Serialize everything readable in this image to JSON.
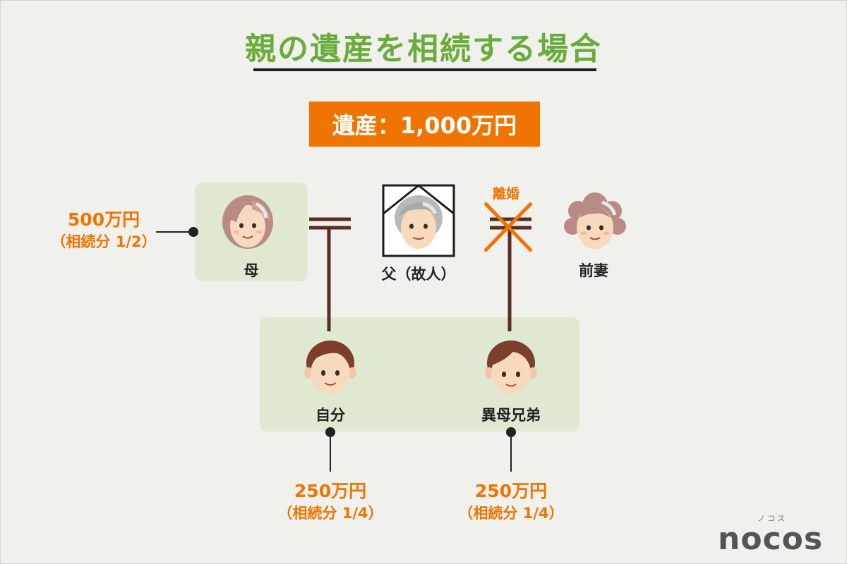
{
  "title": "親の遺産を相続する場合",
  "estate_label": "遺産：1,000万円",
  "people": {
    "mother": "母",
    "father": "父（故人）",
    "former_wife": "前妻",
    "self": "自分",
    "half_sibling": "異母兄弟"
  },
  "divorce_label": "離婚",
  "shares": {
    "mother": {
      "amount": "500万円",
      "fraction": "（相続分 1/2）"
    },
    "self": {
      "amount": "250万円",
      "fraction": "（相続分 1/4）"
    },
    "half_sibling": {
      "amount": "250万円",
      "fraction": "（相続分 1/4）"
    }
  },
  "logo": {
    "kana": "ノコス",
    "text": "nocos"
  },
  "colors": {
    "title": "#6aac3c",
    "accent_orange": "#ef7400",
    "panel_green": "#dfe9d2",
    "line_brown": "#5a2d20",
    "background": "#f0f0ec"
  }
}
